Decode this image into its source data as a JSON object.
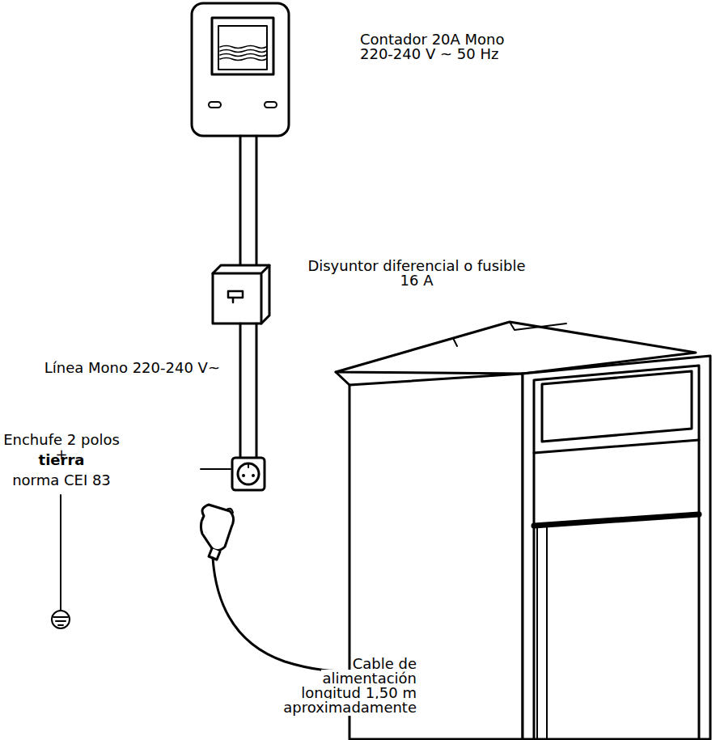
{
  "diagram": {
    "labels": [
      "Contador 20A Mono 220-240 V ~ 50 Hz",
      "Disyuntor diferencial o fusible 16 A",
      "Línea Mono 220-240 V~",
      "Enchufe 2 polos +",
      "tierra",
      "norma CEI 83",
      "Cable de alimentación longitud 1,50 m aproximadamente"
    ]
  }
}
